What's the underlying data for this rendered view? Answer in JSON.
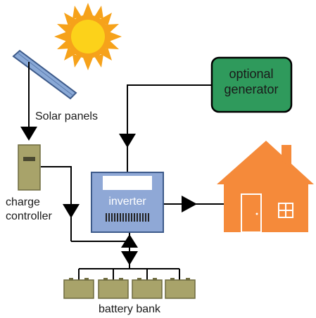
{
  "labels": {
    "solar_panels": "Solar panels",
    "charge_controller_line1": "charge",
    "charge_controller_line2": "controller",
    "inverter": "inverter",
    "generator_line1": "optional",
    "generator_line2": "generator",
    "battery_bank": "battery bank"
  },
  "colors": {
    "sun_outer": "#f6a21a",
    "sun_inner": "#fcd21a",
    "panel": "#8aa9d6",
    "panel_edge": "#3d5a8a",
    "charge_controller": "#a8a36a",
    "inverter": "#8fa8d6",
    "generator": "#2f9a5c",
    "house": "#f58a3a",
    "battery": "#a8a36a",
    "wire": "#000000"
  }
}
